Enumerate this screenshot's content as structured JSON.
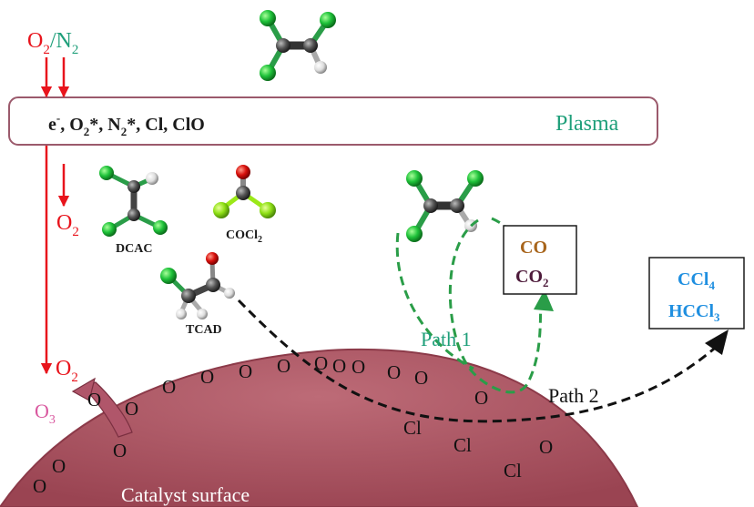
{
  "gas_feed": {
    "o2": "O",
    "o2_sub": "2",
    "slash": "/",
    "n2": "N",
    "n2_sub": "2"
  },
  "plasma": {
    "species": {
      "e": "e",
      "e_sup": "-",
      "o2": ", O",
      "o2_sub": "2",
      "o2_sup": "*",
      "n2": ", N",
      "n2_sub": "2",
      "n2_sup": "*",
      "rest": ",  Cl, ClO"
    },
    "label": "Plasma"
  },
  "o2_downstream": {
    "text": "O",
    "sub": "2"
  },
  "o2_surface": {
    "text": "O",
    "sub": "2"
  },
  "o3": {
    "text": "O",
    "sub": "3"
  },
  "molecules": {
    "dcac": "DCAC",
    "cocl2": {
      "text": "COCl",
      "sub": "2"
    },
    "tcad": "TCAD"
  },
  "products_box": {
    "co": "CO",
    "co2": "CO",
    "co2_sub": "2"
  },
  "final_box": {
    "ccl": "CCl",
    "ccl_sub": "4",
    "hccl": "HCCl",
    "hccl_sub": "3"
  },
  "path1": "Path 1",
  "path2": "Path 2",
  "surface_atoms": {
    "o": "O",
    "cl": "Cl"
  },
  "catalyst_label": "Catalyst surface",
  "colors": {
    "red": "#e8141c",
    "teal": "#1f9f7a",
    "pink": "#d9589f",
    "surface": "#a8505c",
    "surface_edge": "#8c3a49",
    "plasma_border": "#9b5a6c",
    "path_green": "#2a9d48",
    "co_brown": "#a8651c",
    "co2_purple": "#4d1a3a",
    "blue_text": "#1f8fe0",
    "atom_green": "#22c23a",
    "atom_cl_bright": "#9be818"
  }
}
